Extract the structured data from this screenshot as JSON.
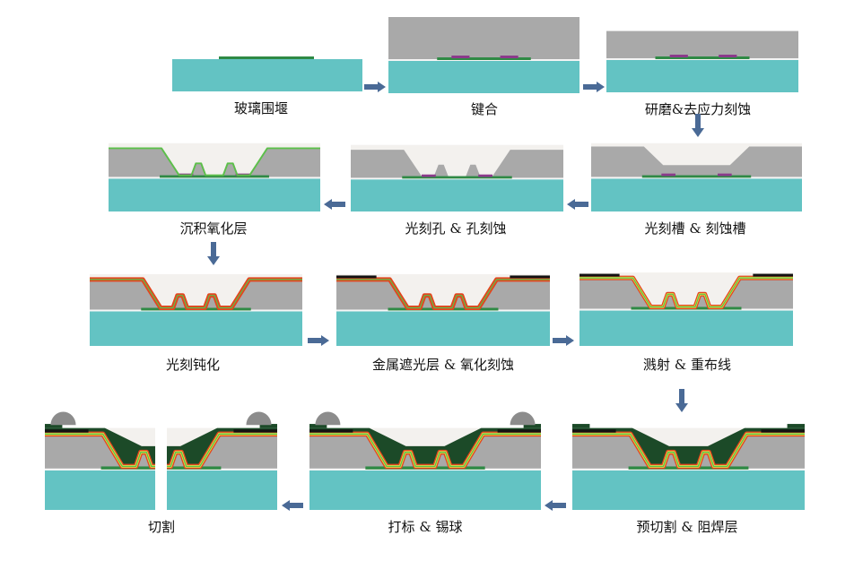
{
  "title": "Wafer-level packaging process flow",
  "steps": [
    {
      "label": "玻璃围堰"
    },
    {
      "label": "键合"
    },
    {
      "label": "研磨&去应力刻蚀"
    },
    {
      "label": "光刻槽 & 刻蚀槽"
    },
    {
      "label": "光刻孔 & 孔刻蚀"
    },
    {
      "label": "沉积氧化层"
    },
    {
      "label": "光刻钝化"
    },
    {
      "label": "金属遮光层 & 氧化刻蚀"
    },
    {
      "label": "溅射 & 重布线"
    },
    {
      "label": "预切割 & 阻焊层"
    },
    {
      "label": "打标 & 锡球"
    },
    {
      "label": "切割"
    }
  ],
  "colors": {
    "glass": "#63c3c3",
    "silicon": "#a9a9a9",
    "dam": "#2f8a45",
    "pad": "#8b3a8b",
    "oxide": "#5cbf4a",
    "passivation": "#e2461f",
    "metal_shield": "#111111",
    "rdl": "#f0e04a",
    "solder_mask": "#1c4a28",
    "solder_ball": "#8c8c8c",
    "arrow": "#4a6a96"
  }
}
